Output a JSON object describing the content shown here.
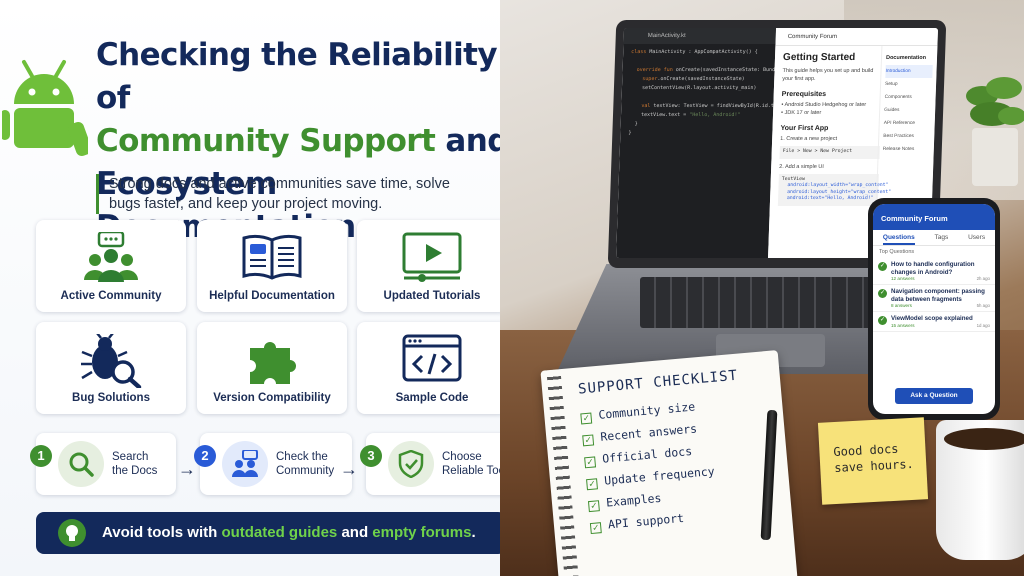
{
  "title": {
    "line1": "Checking the Reliability of",
    "line2_green": "Community Support",
    "line2_navy": " and",
    "line3": "Ecosystem Documentation"
  },
  "subtitle": "Strong docs and active communities save time, solve bugs faster, and keep your project moving.",
  "features": [
    {
      "label": "Active Community",
      "icon": "community-icon"
    },
    {
      "label": "Helpful Documentation",
      "icon": "book-icon"
    },
    {
      "label": "Updated Tutorials",
      "icon": "video-tutorial-icon"
    },
    {
      "label": "Bug Solutions",
      "icon": "bug-icon"
    },
    {
      "label": "Version Compatibility",
      "icon": "puzzle-icon"
    },
    {
      "label": "Sample Code",
      "icon": "code-window-icon"
    }
  ],
  "steps": [
    {
      "num": "1",
      "line1": "Search",
      "line2": "the Docs"
    },
    {
      "num": "2",
      "line1": "Check the",
      "line2": "Community"
    },
    {
      "num": "3",
      "line1": "Choose",
      "line2": "Reliable Tools"
    }
  ],
  "banner": {
    "prefix": "Avoid tools with ",
    "hl1": "outdated guides",
    "mid": " and ",
    "hl2": "empty forums",
    "suffix": "."
  },
  "laptop": {
    "editor_tab": "MainActivity.kt",
    "doc_header": "Community Forum",
    "doc_title": "Getting Started",
    "doc_intro": "This guide helps you set up and build your first app.",
    "prereq_title": "Prerequisites",
    "prereq_items": [
      "• Android Studio Hedgehog or later",
      "• JDK 17 or later"
    ],
    "first_app_title": "Your First App",
    "step1": "1. Create a new project",
    "step1_code": "File > New > New Project",
    "step2": "2. Add a simple UI",
    "toc": [
      "Documentation",
      "Introduction",
      "Setup",
      "Components",
      "Guides",
      "API Reference",
      "Best Practices",
      "Release Notes"
    ]
  },
  "phone": {
    "title": "Community Forum",
    "tabs": [
      "Questions",
      "Tags",
      "Users"
    ],
    "section": "Top Questions",
    "questions": [
      {
        "title": "How to handle configuration changes in Android?",
        "answers": "12 answers",
        "age": "2h ago"
      },
      {
        "title": "Navigation component: passing data between fragments",
        "answers": "8 answers",
        "age": "5h ago"
      },
      {
        "title": "ViewModel scope explained",
        "answers": "15 answers",
        "age": "1d ago"
      }
    ],
    "button": "Ask a Question"
  },
  "notebook": {
    "title": "SUPPORT CHECKLIST",
    "items": [
      "Community size",
      "Recent answers",
      "Official docs",
      "Update frequency",
      "Examples",
      "API support"
    ]
  },
  "sticky": {
    "line1": "Good docs",
    "line2": "save hours."
  },
  "colors": {
    "navy": "#13295b",
    "green": "#3f8f2f",
    "blue": "#2a5bd7"
  }
}
